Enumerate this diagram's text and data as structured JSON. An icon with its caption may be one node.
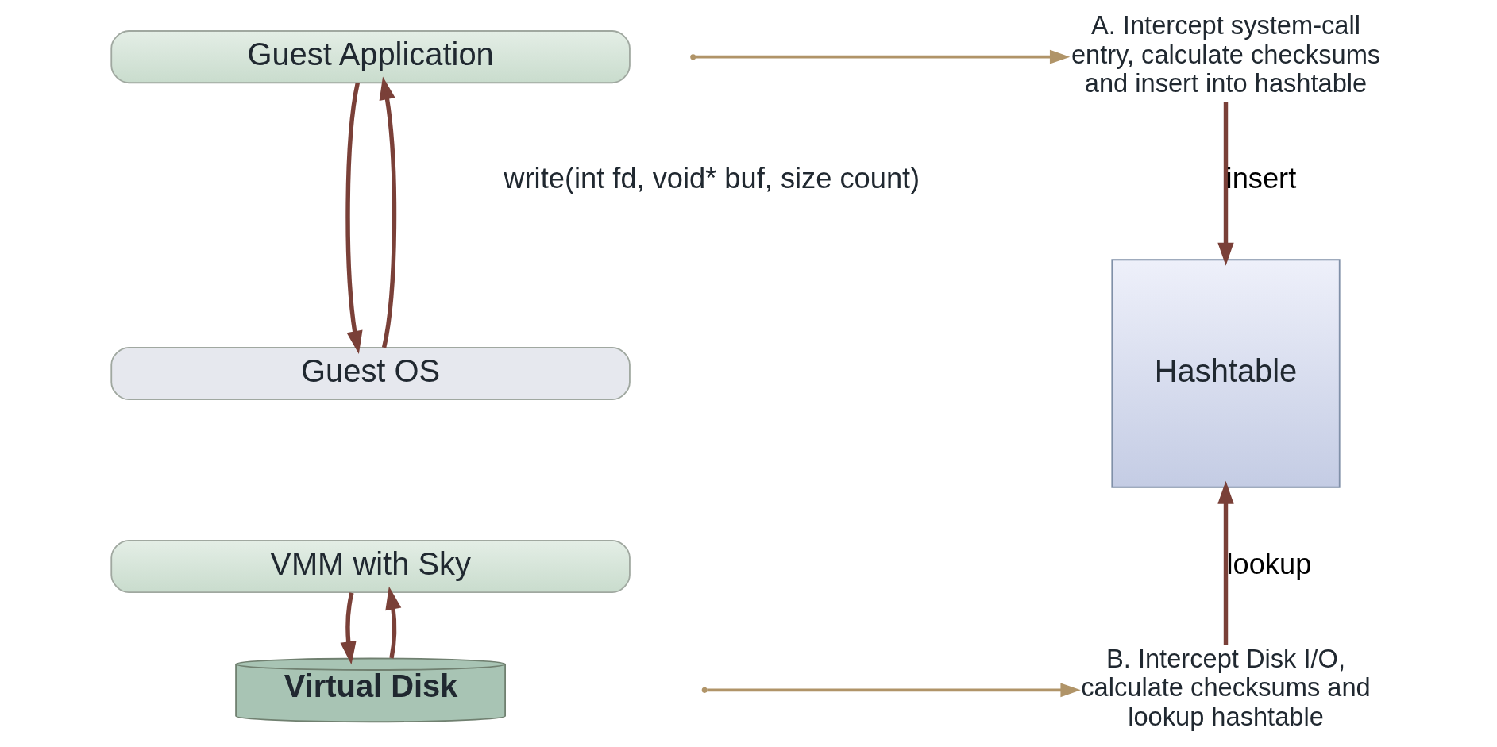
{
  "diagram": {
    "nodes": [
      {
        "text": [
          "Guest Application"
        ]
      },
      {
        "text": [
          "Guest OS"
        ]
      },
      {
        "text": [
          "VMM with Sky"
        ]
      },
      {
        "text": [
          "Virtual Disk"
        ]
      },
      {
        "text": [
          "A. Intercept system-call entry, calculate checksums and insert into hashtable"
        ]
      },
      {
        "text": [
          "Hashtable"
        ]
      },
      {
        "text": [
          "B. Intercept Disk I/O, calculate checksums and lookup hashtable"
        ]
      }
    ],
    "edges": [
      {
        "from": 0,
        "to": 1,
        "arrow": "to"
      },
      {
        "from": 1,
        "to": 0,
        "arrow": "to"
      },
      {
        "from": 2,
        "to": 3,
        "arrow": "to"
      },
      {
        "from": 3,
        "to": 2,
        "arrow": "to"
      },
      {
        "from": null,
        "to": 4,
        "arrow": "to",
        "color": "#b09468"
      },
      {
        "from": 4,
        "to": 5,
        "arrow": "to",
        "label": "insert"
      },
      {
        "from": null,
        "to": 6,
        "arrow": "to",
        "color": "#b09468"
      },
      {
        "from": 6,
        "to": 5,
        "arrow": "to",
        "label": "lookup"
      }
    ],
    "labels": [
      "write(int fd, void* buf, size count)"
    ]
  }
}
